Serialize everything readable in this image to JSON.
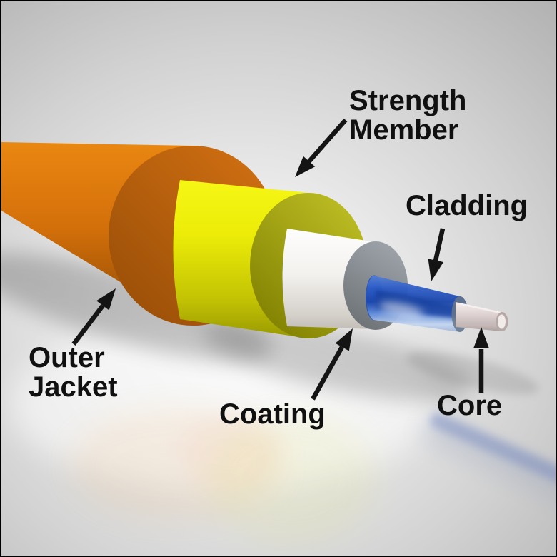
{
  "labels": {
    "strength_member_line1": "Strength",
    "strength_member_line2": "Member",
    "cladding": "Cladding",
    "outer_jacket_line1": "Outer",
    "outer_jacket_line2": "Jacket",
    "coating": "Coating",
    "core": "Core"
  },
  "colors": {
    "outer_jacket": "#d97708",
    "outer_jacket_face": "#b25c0a",
    "strength_member": "#e8e40a",
    "strength_member_face": "#909014",
    "coating_body": "#f2f0ec",
    "coating_face": "#878b90",
    "cladding": "#2e5fc6",
    "core": "#d9cecd",
    "arrow": "#141414",
    "text": "#101010"
  }
}
